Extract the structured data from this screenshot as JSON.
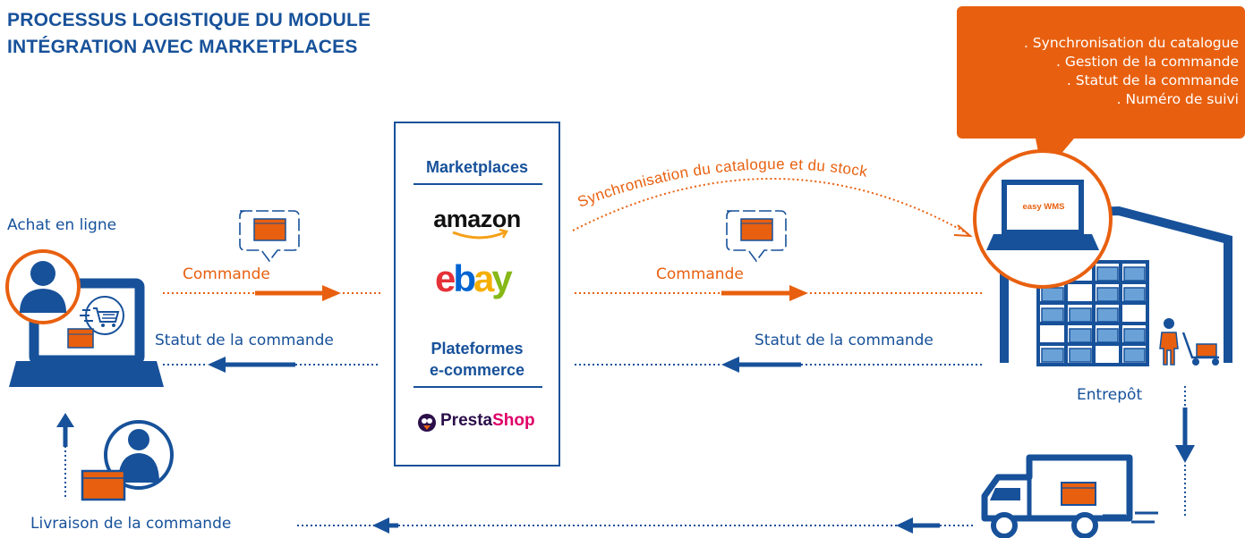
{
  "title": {
    "line1": "PROCESSUS LOGISTIQUE DU MODULE",
    "line2": "INTÉGRATION AVEC MARKETPLACES"
  },
  "callout": {
    "lines": [
      ". Synchronisation du catalogue",
      ". Gestion de la commande",
      ". Statut de la commande",
      ". Numéro de suivi"
    ]
  },
  "panel": {
    "marketplaces_heading": "Marketplaces",
    "amazon_logo": "amazon",
    "ebay_logo": {
      "e": "e",
      "b": "b",
      "a": "a",
      "y": "y"
    },
    "platforms_heading_line1": "Plateformes",
    "platforms_heading_line2": "e-commerce",
    "prestashop_logo": {
      "presta": "Presta",
      "shop": "Shop"
    }
  },
  "labels": {
    "online_purchase": "Achat en ligne",
    "order_left": "Commande",
    "order_status_left": "Statut de la commande",
    "sync_arc": "Synchronisation du catalogue et du stock",
    "order_right": "Commande",
    "order_status_right": "Statut de la commande",
    "warehouse": "Entrepôt",
    "delivery": "Livraison de la commande",
    "wms_logo": "easy WMS"
  },
  "colors": {
    "brand_blue": "#17519a",
    "accent_orange": "#e8600f",
    "box_blue": "#6aa2d8",
    "ebay_red": "#e53238",
    "ebay_blue": "#0064d2",
    "ebay_yellow": "#f5af02",
    "ebay_green": "#86b817",
    "presta_purple": "#2b0f4a",
    "presta_pink": "#df0067"
  },
  "icons": [
    "customer-icon",
    "laptop-icon",
    "shopping-cart-icon",
    "package-icon",
    "order-bubble-icon",
    "warehouse-icon",
    "rack-icon",
    "worker-icon",
    "hand-truck-icon",
    "delivery-person-icon",
    "truck-icon",
    "arrow-right-icon",
    "arrow-left-icon",
    "arrow-up-icon",
    "arrow-down-icon"
  ]
}
